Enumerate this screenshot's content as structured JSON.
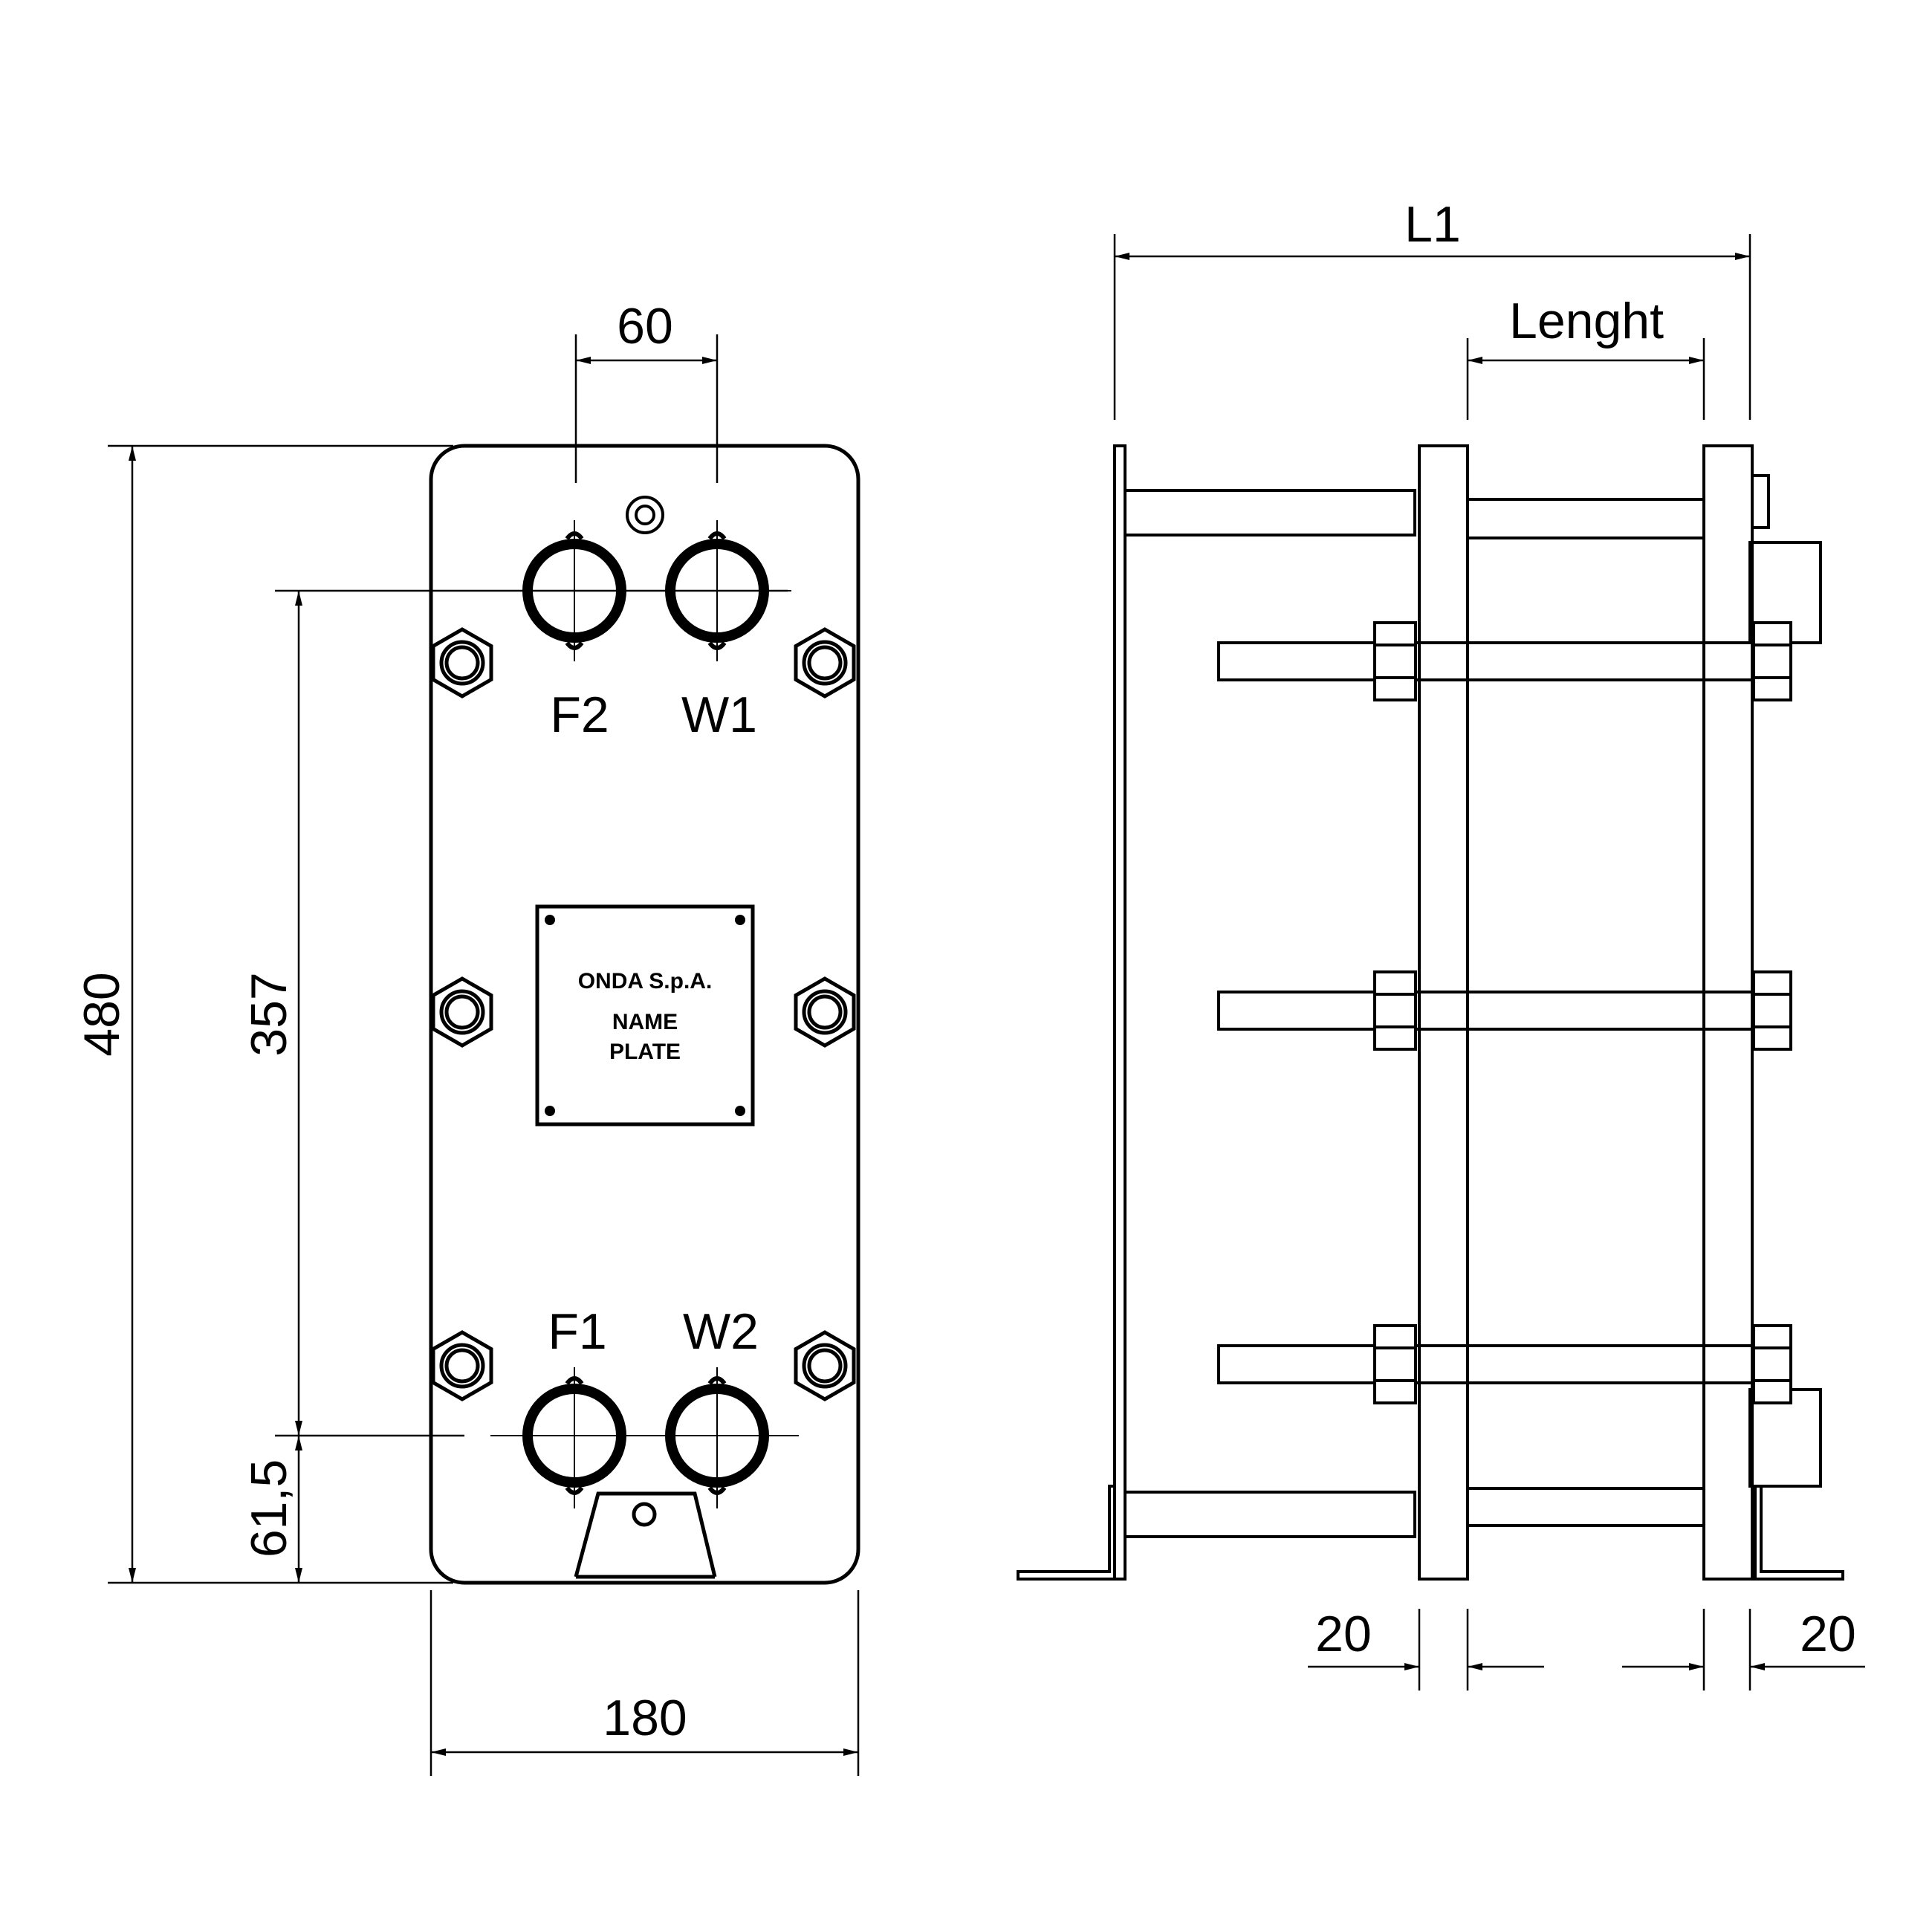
{
  "front_view": {
    "dimensions": {
      "overall_height": "480",
      "port_vertical_spacing": "357",
      "bottom_offset": "61,5",
      "overall_width": "180",
      "port_horizontal_spacing": "60"
    },
    "ports": {
      "top_left": "F2",
      "top_right": "W1",
      "bottom_left": "F1",
      "bottom_right": "W2"
    },
    "name_plate": {
      "line1": "ONDA S.p.A.",
      "line2": "NAME",
      "line3": "PLATE"
    }
  },
  "side_view": {
    "dimensions": {
      "overall_length": "L1",
      "pack_length": "Lenght",
      "left_plate_thickness": "20",
      "right_plate_thickness": "20"
    }
  }
}
